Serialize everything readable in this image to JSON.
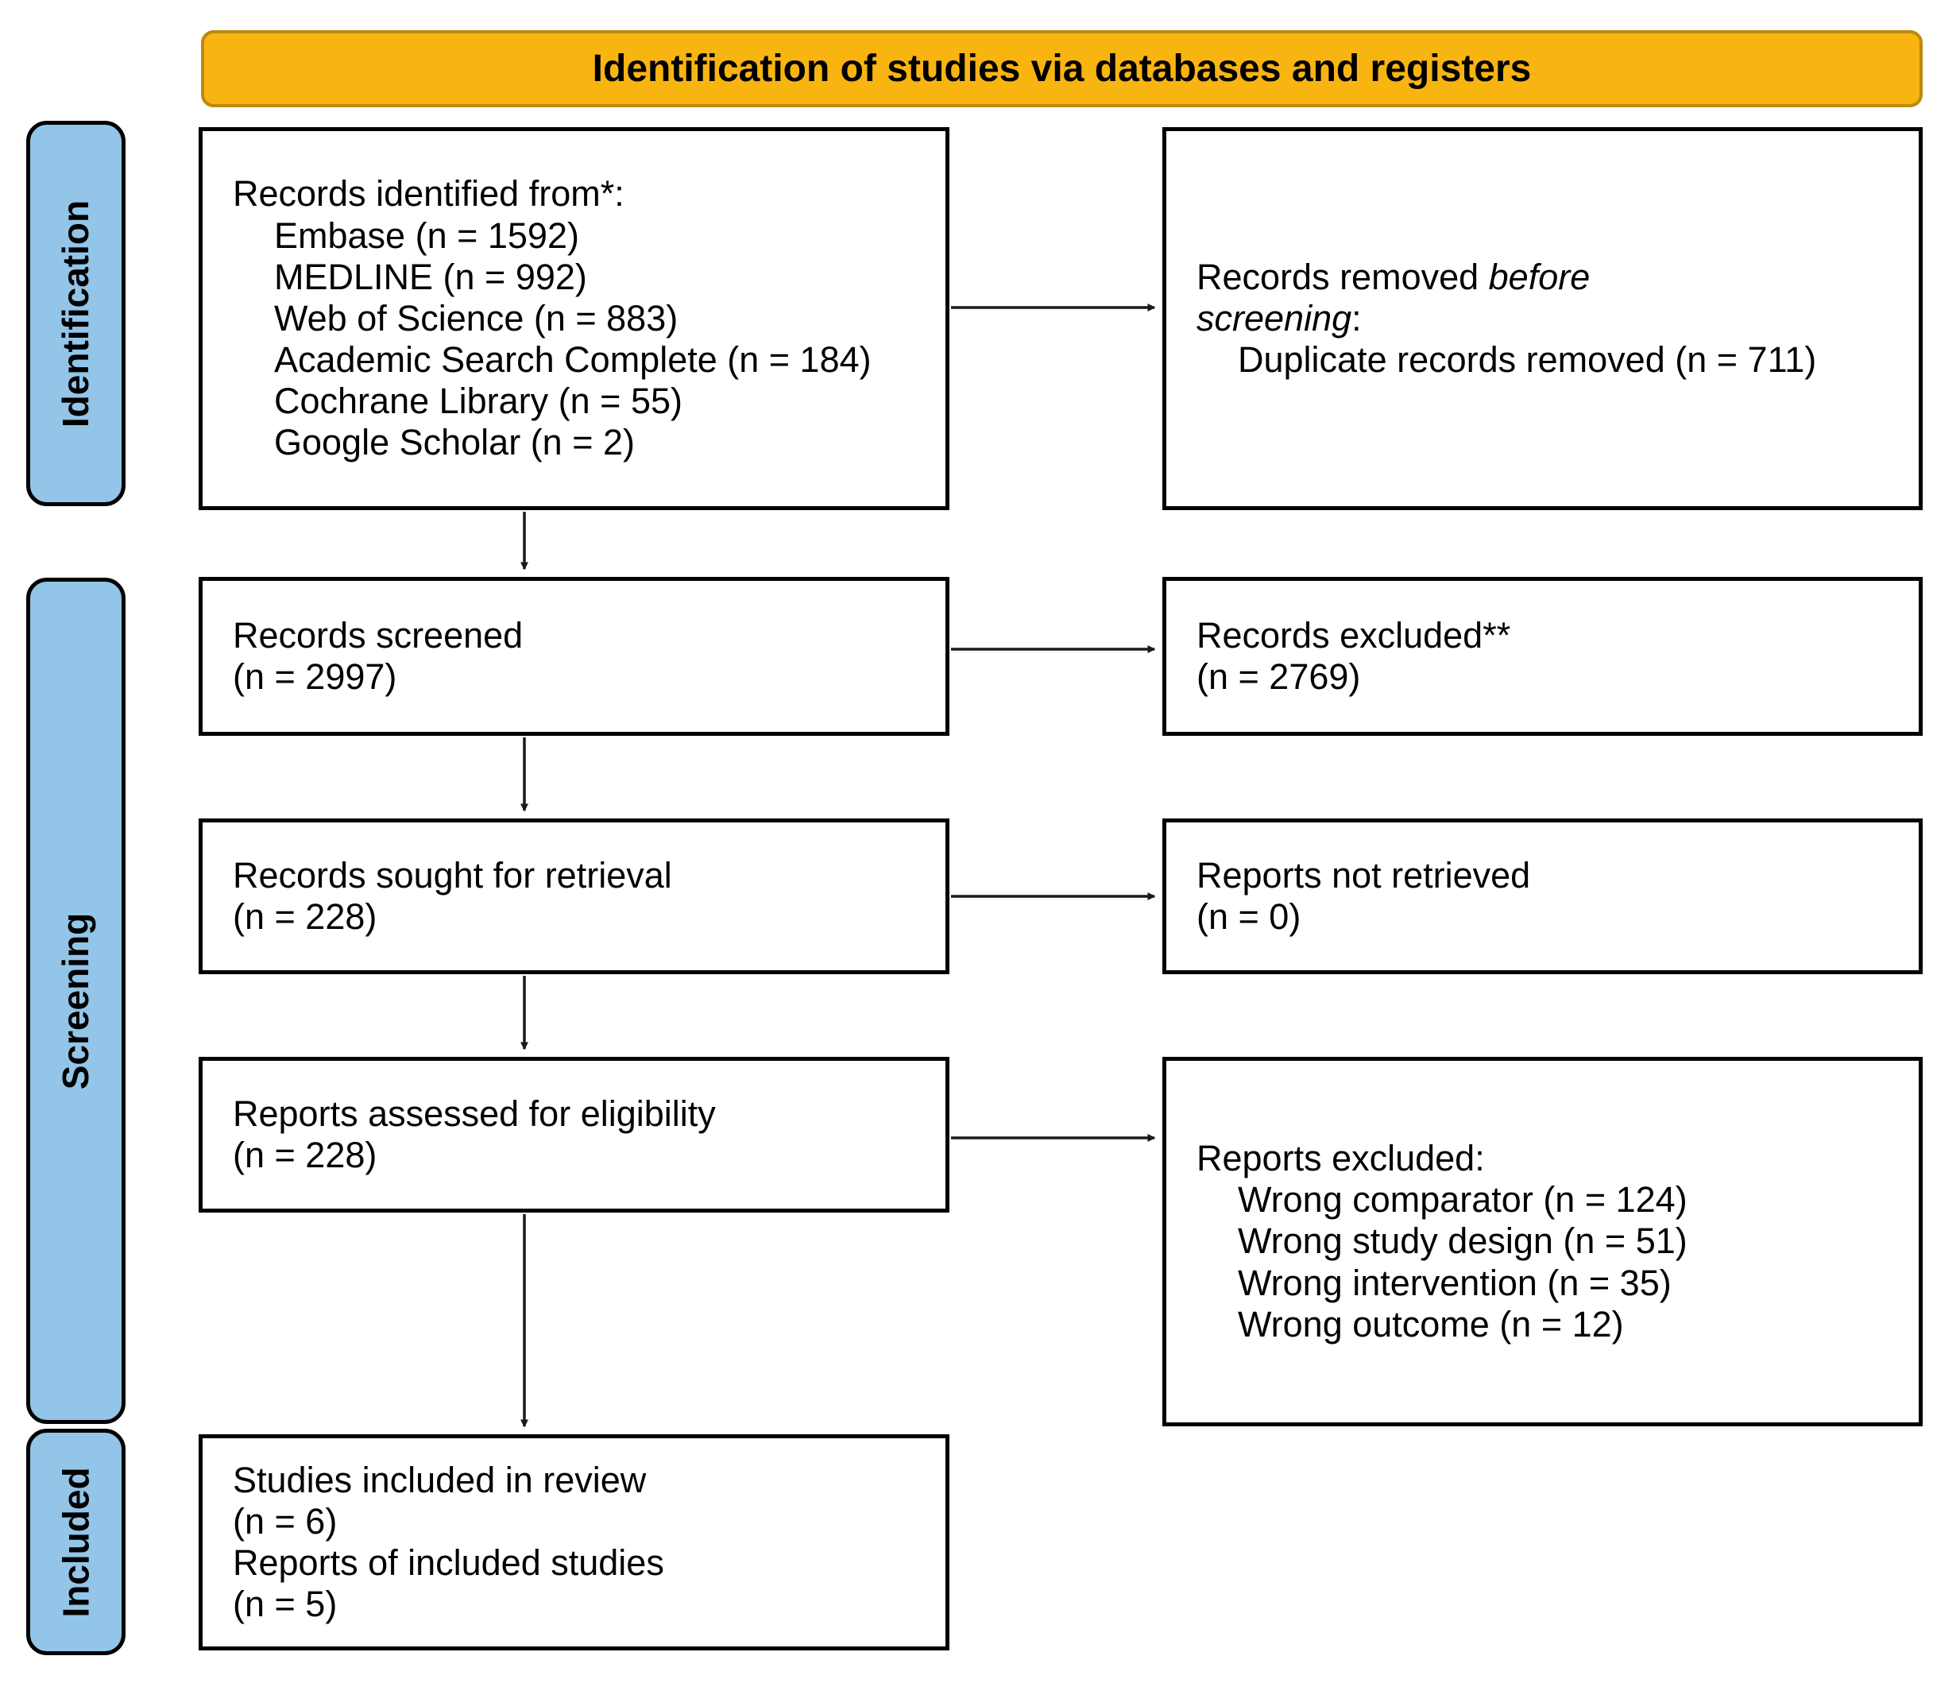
{
  "banner": {
    "title": "Identification of studies via databases and registers"
  },
  "stages": {
    "identification": "Identification",
    "screening": "Screening",
    "included": "Included"
  },
  "boxes": {
    "identified": {
      "title": "Records identified from*:",
      "items": [
        "Embase (n = 1592)",
        "MEDLINE (n = 992)",
        "Web of Science (n = 883)",
        "Academic Search Complete (n = 184)",
        "Cochrane Library (n = 55)",
        "Google Scholar (n = 2)"
      ]
    },
    "removed": {
      "prefix": "Records removed ",
      "italic_line1": "before",
      "italic_line2": "screening",
      "suffix": ":",
      "items": [
        "Duplicate records removed (n = 711)"
      ]
    },
    "screened": {
      "line1": "Records screened",
      "line2": "(n = 2997)"
    },
    "excluded": {
      "line1": "Records excluded**",
      "line2": "(n = 2769)"
    },
    "sought": {
      "line1": "Records sought for retrieval",
      "line2": "(n = 228)"
    },
    "not_retrieved": {
      "line1": "Reports not retrieved",
      "line2": "(n = 0)"
    },
    "assessed": {
      "line1": "Reports assessed for eligibility",
      "line2": "(n = 228)"
    },
    "reports_excluded": {
      "title": "Reports excluded:",
      "items": [
        "Wrong comparator (n = 124)",
        "Wrong study design (n = 51)",
        "Wrong intervention (n = 35)",
        "Wrong outcome (n = 12)"
      ]
    },
    "included_box": {
      "line1": "Studies included in review",
      "line2": "(n = 6)",
      "line3": "Reports of included studies",
      "line4": "(n = 5)"
    }
  },
  "colors": {
    "banner_fill": "#F8B411",
    "banner_border": "#BD8A0B",
    "stage_fill": "#92C5E8",
    "box_border": "#000000",
    "arrow": "#1A1A1A"
  }
}
